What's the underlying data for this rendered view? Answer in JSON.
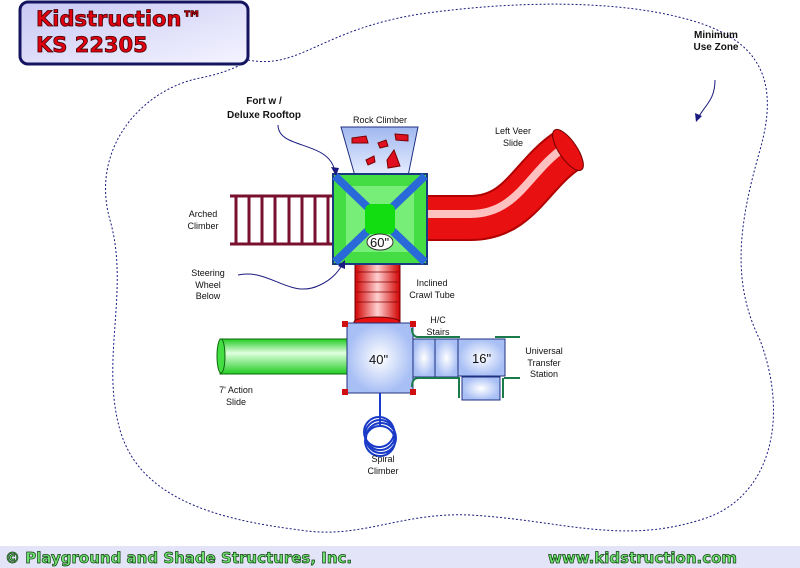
{
  "title": {
    "brand": "Kidstruction™",
    "model": "KS 22305"
  },
  "labels": {
    "minimum_use_zone": [
      "Minimum",
      "Use Zone"
    ],
    "fort": [
      "Fort w /",
      "Deluxe Rooftop"
    ],
    "rock_climber": "Rock Climber",
    "left_veer_slide": [
      "Left Veer",
      "Slide"
    ],
    "arched_climber": [
      "Arched",
      "Climber"
    ],
    "steering_wheel": [
      "Steering",
      "Wheel",
      "Below"
    ],
    "inclined_crawl_tube": [
      "Inclined",
      "Crawl Tube"
    ],
    "hc_stairs": [
      "H/C",
      "Stairs"
    ],
    "universal_transfer_station": [
      "Universal",
      "Transfer",
      "Station"
    ],
    "action_slide": [
      "7' Action",
      "Slide"
    ],
    "spiral_climber": [
      "Spiral",
      "Climber"
    ]
  },
  "dimensions": {
    "fort_height": "60\"",
    "deck_height": "40\"",
    "transfer_height": "16\""
  },
  "footer": {
    "copyright": "© Playground and Shade Structures, Inc.",
    "website": "www.kidstruction.com"
  },
  "colors": {
    "title_red": "#e00010",
    "footer_green": "#6fe06f",
    "slide_red": "#e81010",
    "slide_green": "#33dd33",
    "deck_blue": "#b8c8f8",
    "roof_blue": "#2a6ad8"
  }
}
